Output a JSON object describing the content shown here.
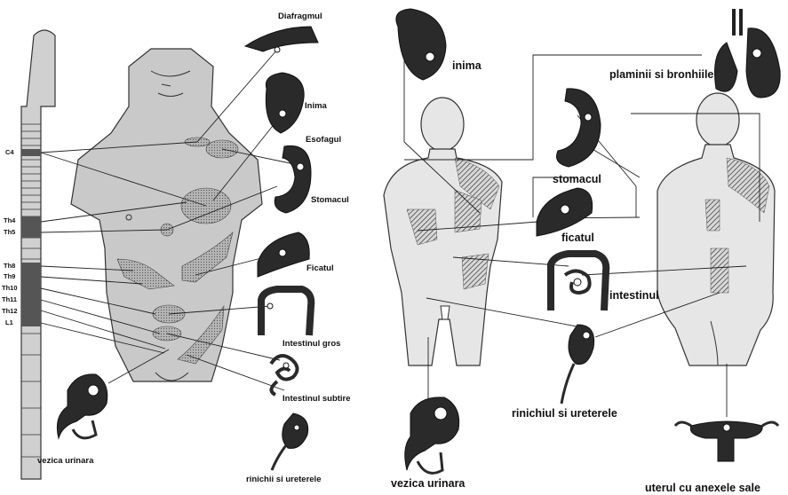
{
  "left_panel": {
    "vertebra_labels": [
      "C4",
      "Th4",
      "Th5",
      "Th8",
      "Th9",
      "Th10",
      "Th11",
      "Th12",
      "L1"
    ],
    "organs": [
      {
        "id": "diaphragm",
        "label": "Diafragmul"
      },
      {
        "id": "heart",
        "label": "Inima"
      },
      {
        "id": "esophagus",
        "label": "Esofagul"
      },
      {
        "id": "stomach",
        "label": "Stomacul"
      },
      {
        "id": "liver",
        "label": "Ficatul"
      },
      {
        "id": "large-intestine",
        "label": "Intestinul gros"
      },
      {
        "id": "small-intestine",
        "label": "Intestinul subtire"
      },
      {
        "id": "kidney",
        "label": "rinichii si ureterele"
      },
      {
        "id": "bladder",
        "label": "vezica urinara"
      }
    ]
  },
  "right_panel": {
    "organs": [
      {
        "id": "heart",
        "label": "inima"
      },
      {
        "id": "lungs",
        "label": "plaminii si bronhiile"
      },
      {
        "id": "stomach",
        "label": "stomacul"
      },
      {
        "id": "liver",
        "label": "ficatul"
      },
      {
        "id": "intestine",
        "label": "intestinul"
      },
      {
        "id": "kidney",
        "label": "rinichiul si ureterele"
      },
      {
        "id": "bladder",
        "label": "vezica urinara"
      },
      {
        "id": "uterus",
        "label": "uterul cu anexele sale"
      }
    ]
  }
}
